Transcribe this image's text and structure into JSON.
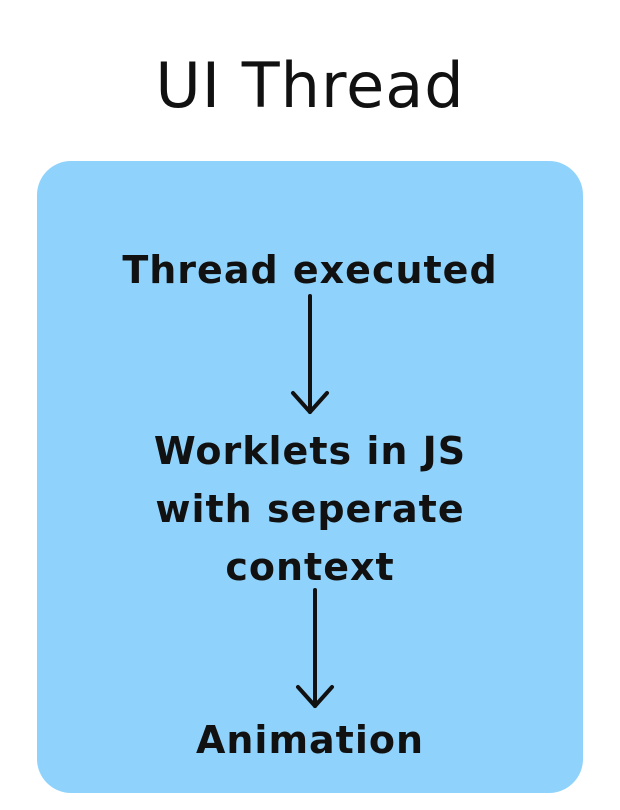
{
  "title": "UI Thread",
  "nodes": [
    {
      "lines": [
        "Thread executed"
      ]
    },
    {
      "lines": [
        "Worklets in JS",
        "with seperate",
        "context"
      ]
    },
    {
      "lines": [
        "Animation"
      ]
    }
  ],
  "colors": {
    "panel": "#8fd3fc",
    "text": "#111111",
    "arrow": "#111111",
    "background": "#ffffff"
  }
}
